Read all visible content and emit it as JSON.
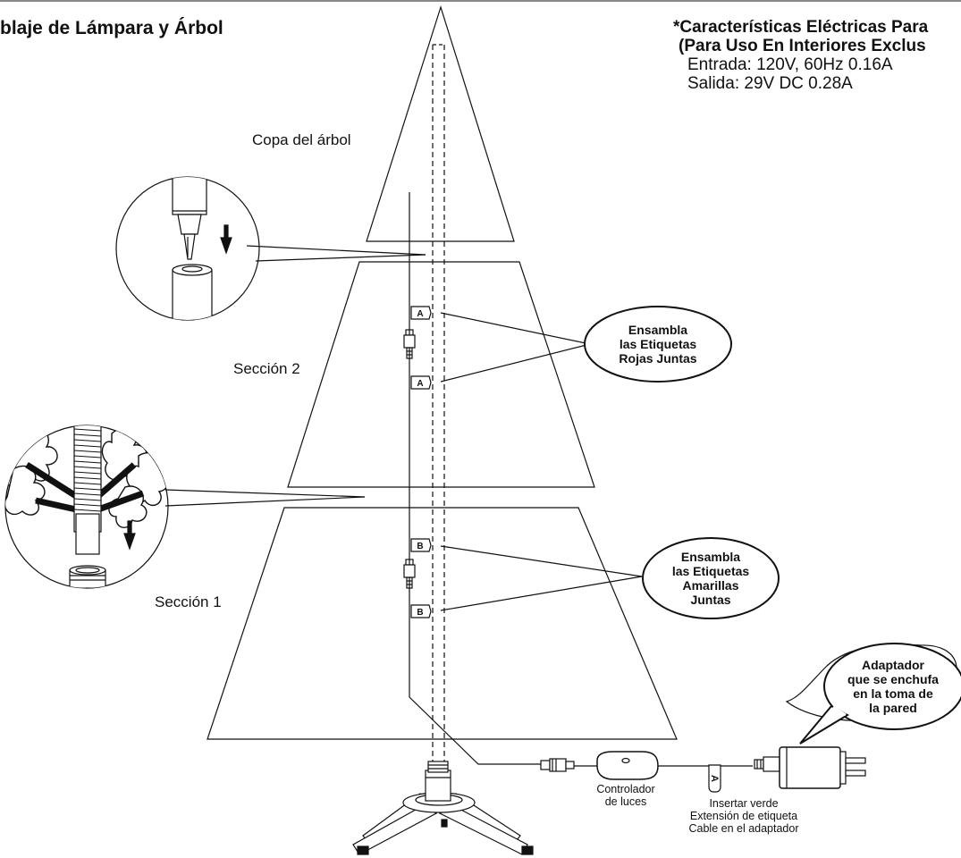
{
  "title": "blaje de Lámpara y Árbol",
  "specs": {
    "heading_line1": "*Características Eléctricas Para",
    "heading_line2": "(Para Uso En Interiores Exclus",
    "input": "Entrada: 120V, 60Hz 0.16A",
    "output": "Salida:  29V DC 0.28A"
  },
  "labels": {
    "top": "Copa del árbol",
    "section2": "Sección 2",
    "section1": "Sección 1",
    "controller_line1": "Controlador",
    "controller_line2": "de luces",
    "insert_line1": "Insertar verde",
    "insert_line2": "Extensión de etiqueta",
    "insert_line3": "Cable en el adaptador"
  },
  "bubbles": {
    "red": [
      "Ensambla",
      "las Etiquetas",
      "Rojas Juntas"
    ],
    "yellow": [
      "Ensambla",
      "las Etiquetas",
      "Amarillas",
      "Juntas"
    ],
    "adapter": [
      "Adaptador",
      "que se enchufa",
      "en la toma de",
      "la pared"
    ]
  },
  "tags": {
    "a": "A",
    "b": "B"
  },
  "colors": {
    "line": "#111111",
    "background": "#ffffff"
  }
}
